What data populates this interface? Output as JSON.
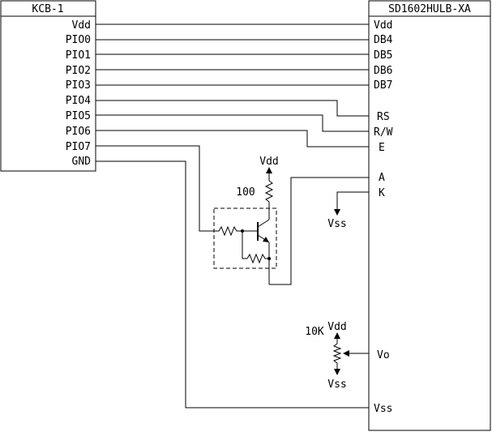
{
  "left_chip": {
    "title": "KCB-1",
    "pins": [
      "Vdd",
      "PIO0",
      "PIO1",
      "PIO2",
      "PIO3",
      "PIO4",
      "PIO5",
      "PIO6",
      "PIO7",
      "GND"
    ]
  },
  "right_chip": {
    "title": "SD1602HULB-XA",
    "pins": [
      "Vdd",
      "DB4",
      "DB5",
      "DB6",
      "DB7",
      "RS",
      "R/W",
      "E",
      "A",
      "K",
      "Vo",
      "Vss"
    ]
  },
  "labels": {
    "transistor_vdd": "Vdd",
    "resistor_100": "100",
    "k_vss": "Vss",
    "pot_value": "10K",
    "pot_vdd": "Vdd",
    "pot_vss": "Vss"
  }
}
